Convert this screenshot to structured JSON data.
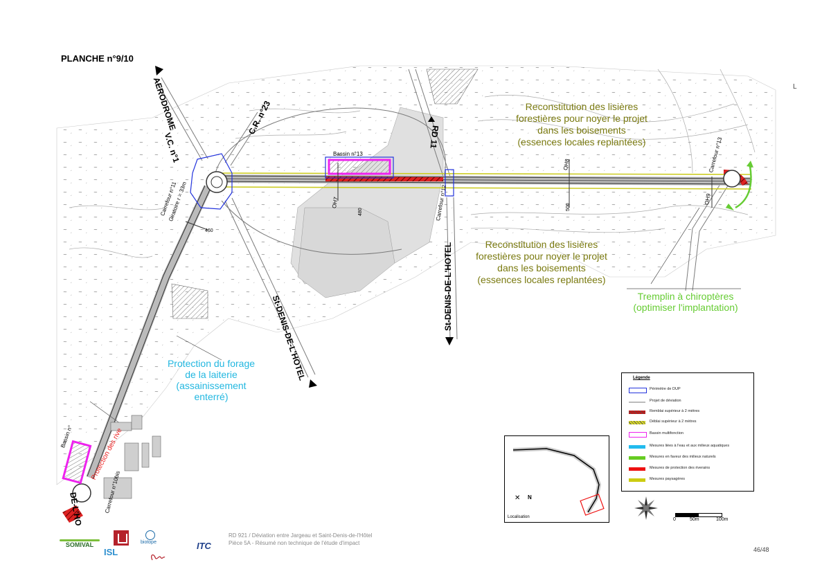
{
  "sheet": {
    "title": "PLANCHE n°9/10",
    "page_number": "46/48"
  },
  "roads": {
    "aerodrome": "AERODROME",
    "vc": "V.C. n°1",
    "cr": "C.R. n°23",
    "rd": "RD 11",
    "st_denis_1": "St-DENIS-DE-L'HOTEL",
    "st_denis_2": "St-DENIS-DE-L'HOTEL",
    "bottom_left": "DE-L'HO"
  },
  "features": {
    "bassin_13": "Bassin n°13",
    "bassin_left": "Bassin n°",
    "carrefour_11": "Carrefour n°11",
    "giratoire": "Giratoire r = 33m",
    "carrefour_12": "Carrefour n°12",
    "carrefour_13": "Carrefour n°13",
    "carrefour_10": "Carrefour n°10bis",
    "protection_riverains": "Protection des rive",
    "oh7": "OH7",
    "oh8": "OH8",
    "oh9": "OH9",
    "pk_460": "460",
    "pk_480": "480",
    "pk_500": "500",
    "legend_toggle": "L"
  },
  "annotations": {
    "reconstitution_top": [
      "Reconstitution des lisières",
      "forestières pour noyer le projet",
      "dans les boisements",
      "(essences locales replantées)"
    ],
    "reconstitution_mid": [
      "Reconstitution des lisières",
      "forestières pour noyer le projet",
      "dans les boisements",
      "(essences locales replantées)"
    ],
    "protection_forage": [
      "Protection du forage",
      "de la laiterie",
      "(assainissement",
      "enterré)"
    ],
    "tremplin": [
      "Tremplin à chiroptères",
      "(optimiser l'implantation)"
    ]
  },
  "legend": {
    "title": "Légende",
    "items": [
      {
        "label": "Périmètre de DUP",
        "color": "#2233dd",
        "style": "outline"
      },
      {
        "label": "Projet de déviation",
        "color": "#bbbbbb",
        "style": "line"
      },
      {
        "label": "Remblai supérieur à 2 mètres",
        "color": "#cc1111",
        "style": "hatch"
      },
      {
        "label": "Déblai supérieur à 2 mètres",
        "color": "#dddd22",
        "style": "hatch"
      },
      {
        "label": "Bassin multifonction",
        "color": "#ee22ee",
        "style": "outline"
      },
      {
        "label": "Mesures liées à l'eau et aux milieux aquatiques",
        "color": "#22bbee",
        "style": "fill"
      },
      {
        "label": "Mesures en faveur des milieux naturels",
        "color": "#66cc22",
        "style": "fill"
      },
      {
        "label": "Mesures de protection des riverains",
        "color": "#ee1111",
        "style": "fill"
      },
      {
        "label": "Mesures paysagères",
        "color": "#cccc11",
        "style": "fill"
      }
    ]
  },
  "inset": {
    "label": "Localisation",
    "north": "N"
  },
  "scale": {
    "zero": "0",
    "mid": "50m",
    "end": "100m"
  },
  "footer": {
    "line1": "RD 921 / Déviation entre Jargeau et Saint-Denis-de-l'Hôtel",
    "line2": "Pièce 5A  -  Résumé non technique de l'étude d'impact"
  },
  "logos": {
    "somival": "SOMIVAL",
    "isl": "ISL",
    "itc": "ITC",
    "biotope": "biotope"
  },
  "colors": {
    "olive_text": "#7a7a10",
    "cyan_text": "#22b7e0",
    "green_text": "#66cc33",
    "dup": "#2233dd",
    "remblai": "#cc1111",
    "deblai": "#dddd22",
    "bassin": "#ee22ee"
  }
}
